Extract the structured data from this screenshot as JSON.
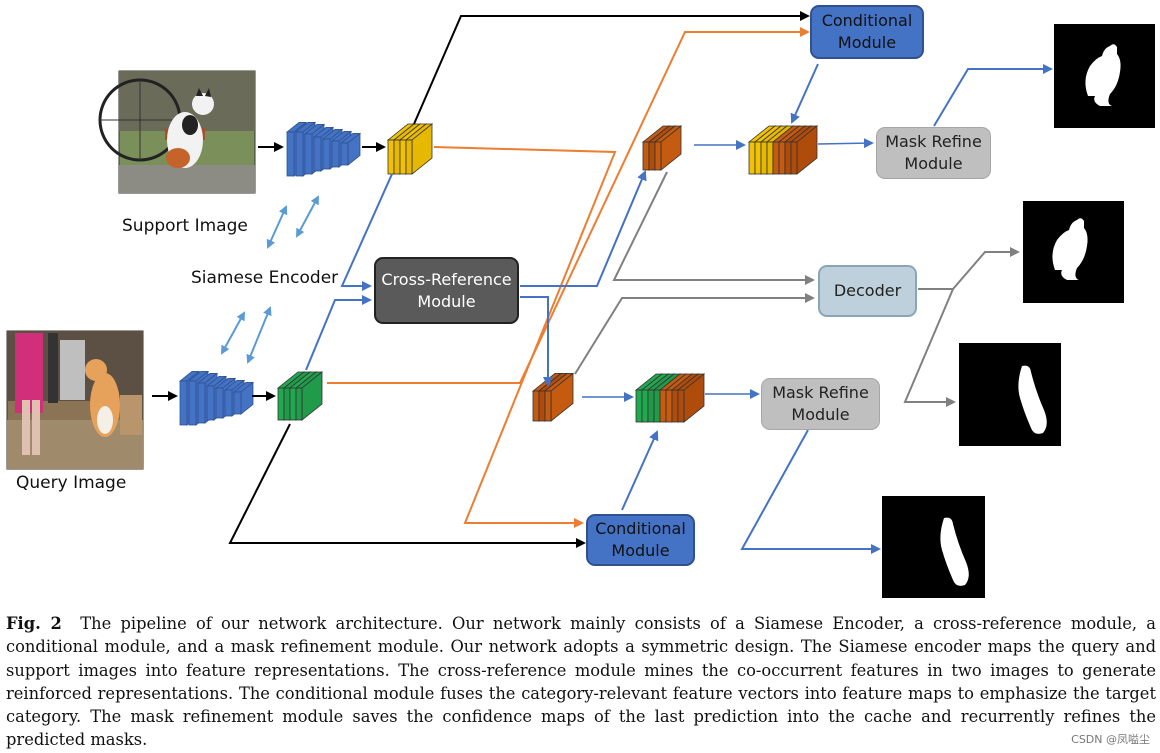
{
  "labels": {
    "support_image": "Support Image",
    "query_image": "Query Image",
    "siamese_encoder": "Siamese Encoder"
  },
  "modules": {
    "conditional_top": [
      "Conditional",
      "Module"
    ],
    "conditional_bottom": [
      "Conditional",
      "Module"
    ],
    "cross_reference": [
      "Cross-Reference",
      "Module"
    ],
    "decoder": "Decoder",
    "mask_refine_top": [
      "Mask Refine",
      "Module"
    ],
    "mask_refine_bottom": [
      "Mask Refine",
      "Module"
    ]
  },
  "caption": {
    "fig_label": "Fig. 2",
    "text": "The pipeline of our network architecture. Our network mainly consists of a Siamese Encoder, a cross-reference module, a conditional module, and a mask refinement module. Our network adopts a symmetric design. The Siamese encoder maps the query and support images into feature representations. The cross-reference module mines the co-occurrent features in two images to generate reinforced representations. The conditional module fuses the category-relevant feature vectors into feature maps to emphasize the target category. The mask refinement module saves the confidence maps of the last prediction into the cache and recurrently refines the predicted masks."
  },
  "watermark": "CSDN @凤嗌尘",
  "colors": {
    "blue_arrow": "#4472c4",
    "orange_arrow": "#ed7d31",
    "grey_arrow": "#808080",
    "black_arrow": "#000000",
    "encoder_blue": "#4472c4",
    "support_feature_yellow": "#e6b800",
    "query_feature_green": "#1f9b4a",
    "mask_feature_orange": "#c55a11"
  }
}
